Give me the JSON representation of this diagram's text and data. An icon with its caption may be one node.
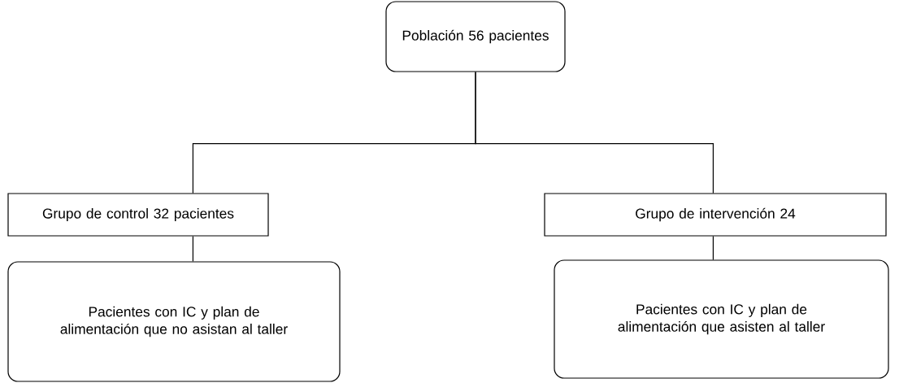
{
  "diagram": {
    "nodes": [
      {
        "text": [
          "Población 56 pacientes"
        ]
      },
      {
        "text": [
          "Grupo de control 32 pacientes"
        ]
      },
      {
        "text": [
          "Grupo de intervención 24"
        ]
      },
      {
        "text": [
          "Pacientes con IC y plan de alimentación que no asistan al taller"
        ]
      },
      {
        "text": [
          "Pacientes con IC y plan de alimentación que asisten al taller"
        ]
      }
    ],
    "edges": [
      {
        "from": 0,
        "to": 1,
        "arrow": "none"
      },
      {
        "from": 0,
        "to": 2,
        "arrow": "none"
      },
      {
        "from": 1,
        "to": 3,
        "arrow": "none"
      },
      {
        "from": 2,
        "to": 4,
        "arrow": "none"
      }
    ]
  }
}
